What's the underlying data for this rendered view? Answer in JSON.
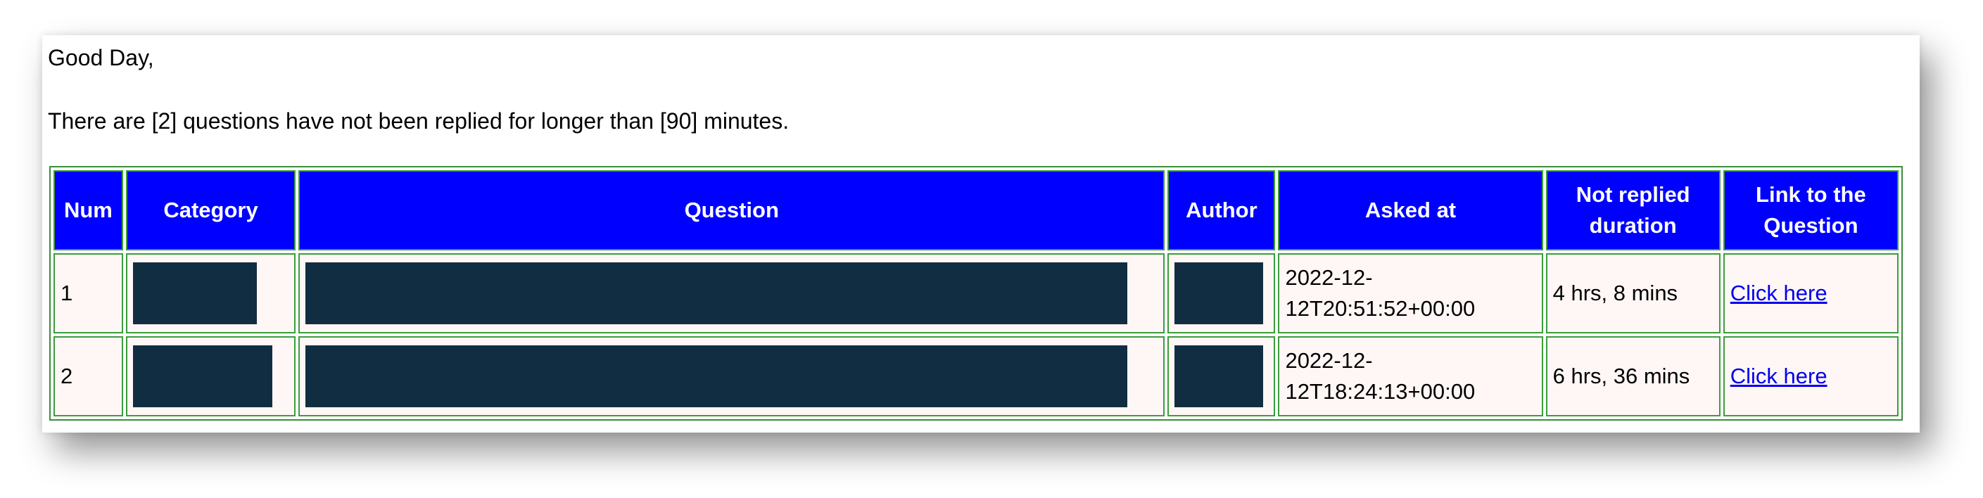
{
  "email": {
    "greeting": "Good Day,",
    "intro": "There are [2] questions have not been replied for longer than [90] minutes."
  },
  "table": {
    "headers": {
      "num": "Num",
      "category": "Category",
      "question": "Question",
      "author": "Author",
      "asked_at": "Asked at",
      "not_replied_line1": "Not replied",
      "not_replied_line2": "duration",
      "link_line1": "Link to the",
      "link_line2": "Question"
    },
    "rows": [
      {
        "num": "1",
        "category": "[redacted]",
        "question": "[redacted]",
        "author": "[redacted]",
        "asked_at_line1": "2022-12-",
        "asked_at_line2": "12T20:51:52+00:00",
        "duration": "4 hrs, 8 mins",
        "link": "Click here"
      },
      {
        "num": "2",
        "category": "[redacted]",
        "question": "[redacted]",
        "author": "[redacted]",
        "asked_at_line1": "2022-12-",
        "asked_at_line2": "12T18:24:13+00:00",
        "duration": "6 hrs, 36 mins",
        "link": "Click here"
      }
    ]
  },
  "colors": {
    "header_bg": "#0000ff",
    "header_text": "#ffffff",
    "cell_bg": "#fff7f5",
    "cell_border": "#3c9c3c",
    "redaction": "#112d42",
    "link": "#0000ee"
  }
}
